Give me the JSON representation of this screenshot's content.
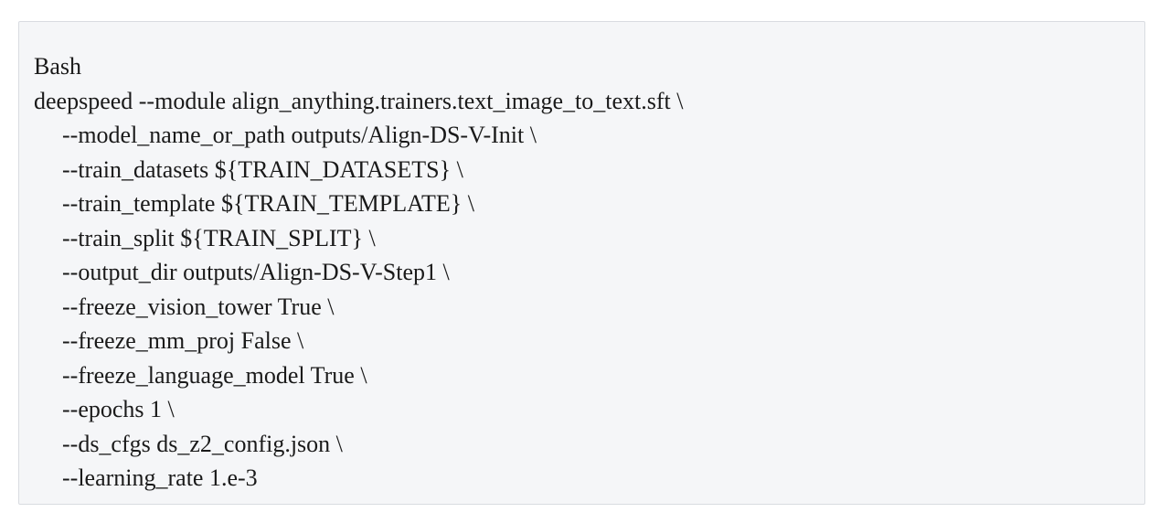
{
  "code_block": {
    "language_label": "Bash",
    "lines": [
      {
        "text": "deepspeed --module align_anything.trainers.text_image_to_text.sft \\",
        "indent": false
      },
      {
        "text": "--model_name_or_path outputs/Align-DS-V-Init \\",
        "indent": true
      },
      {
        "text": "--train_datasets ${TRAIN_DATASETS} \\",
        "indent": true
      },
      {
        "text": "--train_template ${TRAIN_TEMPLATE} \\",
        "indent": true
      },
      {
        "text": "--train_split ${TRAIN_SPLIT} \\",
        "indent": true
      },
      {
        "text": "--output_dir outputs/Align-DS-V-Step1 \\",
        "indent": true
      },
      {
        "text": "--freeze_vision_tower True \\",
        "indent": true
      },
      {
        "text": "--freeze_mm_proj False \\",
        "indent": true
      },
      {
        "text": "--freeze_language_model True \\",
        "indent": true
      },
      {
        "text": "--epochs 1 \\",
        "indent": true
      },
      {
        "text": "--ds_cfgs ds_z2_config.json \\",
        "indent": true
      },
      {
        "text": "--learning_rate 1.e-3",
        "indent": true
      }
    ]
  }
}
